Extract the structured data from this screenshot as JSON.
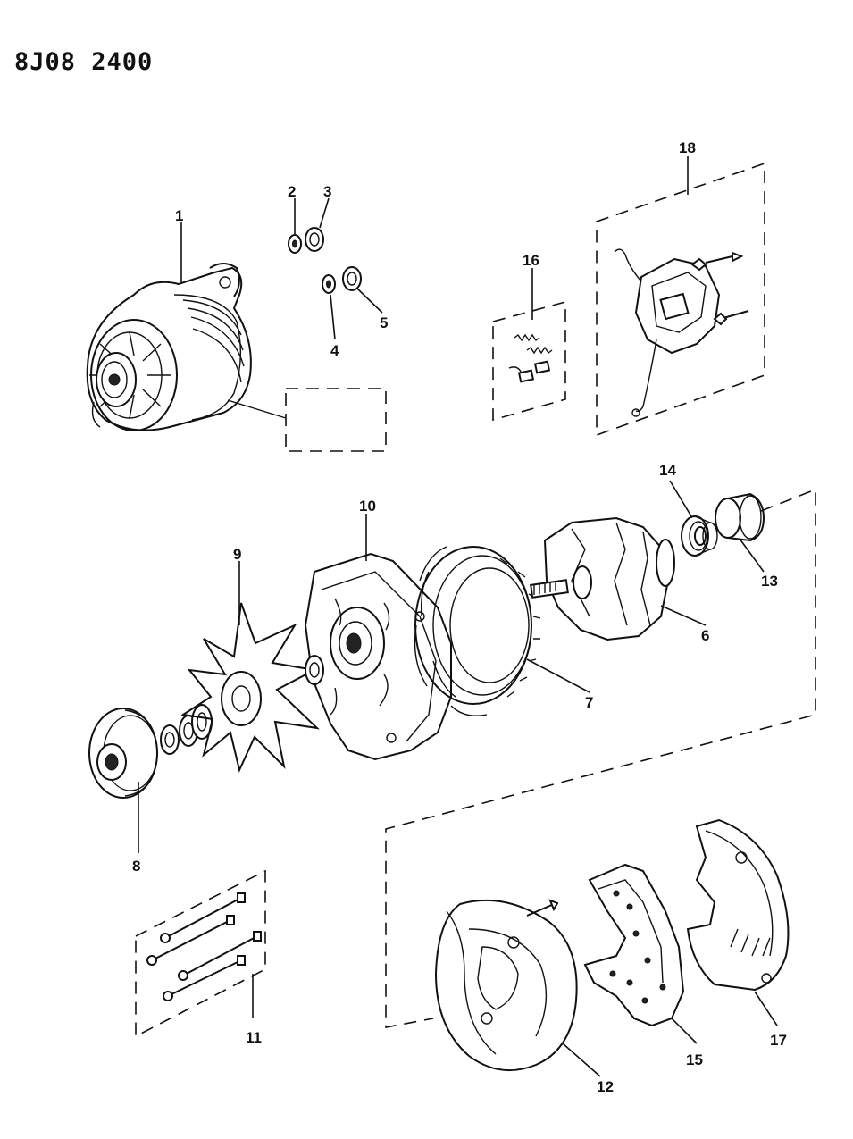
{
  "figure_code": "8J08 2400",
  "callouts": {
    "c1": "1",
    "c2": "2",
    "c3": "3",
    "c4": "4",
    "c5": "5",
    "c6": "6",
    "c7": "7",
    "c8": "8",
    "c9": "9",
    "c10": "10",
    "c11": "11",
    "c12": "12",
    "c13": "13",
    "c14": "14",
    "c15": "15",
    "c16": "16",
    "c17": "17",
    "c18": "18"
  }
}
